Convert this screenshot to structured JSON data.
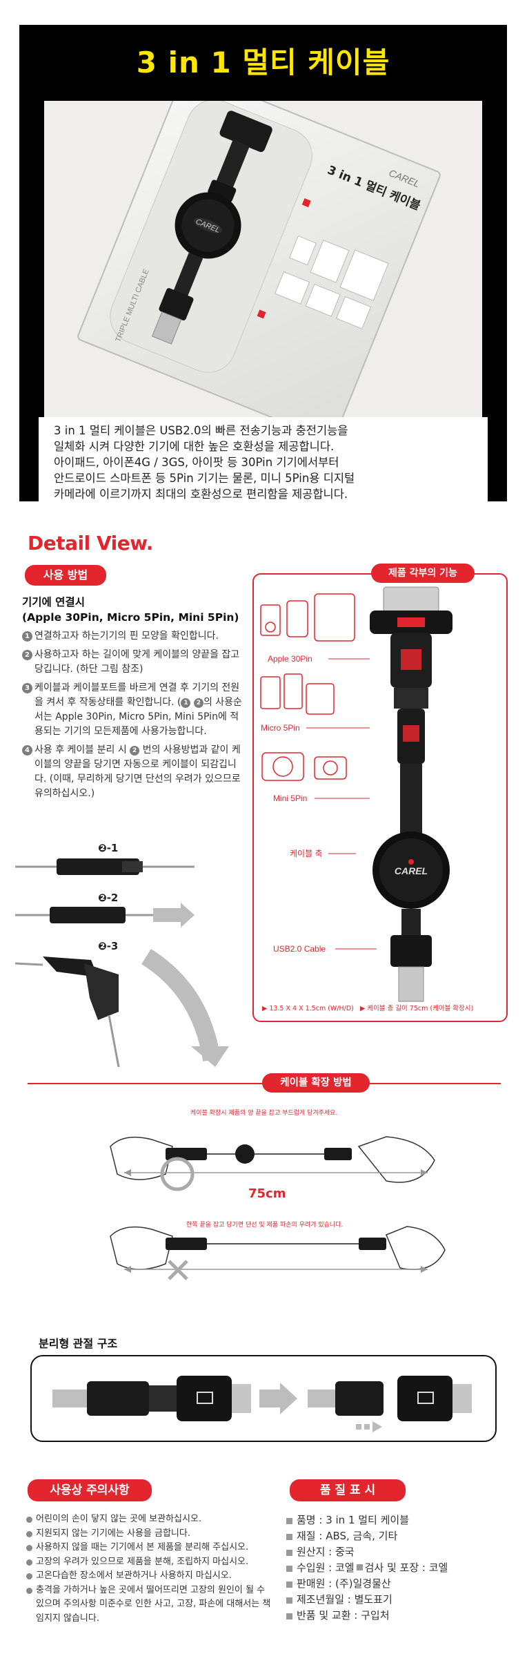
{
  "hero": {
    "title": "3 in 1 멀티 케이블",
    "description": [
      "3 in 1 멀티 케이블은 USB2.0의 빠른 전송기능과 충전기능을",
      "일체화 시켜 다양한 기기에 대한 높은 호환성을 제공합니다.",
      "아이패드, 아이폰4G / 3GS, 아이팟 등 30Pin 기기에서부터",
      "안드로이드 스마트폰 등 5Pin 기기는 물론, 미니 5Pin용 디지털",
      "카메라에 이르기까지 최대의 호환성으로 편리함을 제공합니다."
    ],
    "package": {
      "brand": "CAREL",
      "title": "3 in 1 멀티 케이블",
      "side": "TRIPLE MULTI CABLE"
    }
  },
  "detail": {
    "title": "Detail View."
  },
  "usage": {
    "title": "사용 방법",
    "heading": "기기에 연결시",
    "subheading": "(Apple 30Pin, Micro 5Pin, Mini 5Pin)",
    "step1": {
      "num": "1",
      "text": "연결하고자 하는기기의 핀 모양을 확인합니다."
    },
    "step2": {
      "num": "2",
      "text": "사용하고자 하는 길이에 맞게 케이블의 양끝을 잡고 당깁니다. (하단 그림 참조)"
    },
    "step3": {
      "num": "3",
      "text_a": "케이블과 케이블포트를 바르게 연결 후 기기의 전원을 켜서 후 작동상태를 확인합니다. (",
      "ref1": "1",
      "ref2": "2",
      "text_b": "의 사용순서는 Apple 30Pin, Micro 5Pin, Mini 5Pin에 적용되는 기기의 모든제품에 사용가능합니다."
    },
    "step4": {
      "num": "4",
      "text_a": "사용 후 케이블 분리 시 ",
      "ref": "2",
      "text_b": " 번의 사용방법과 같이 케이블의 양끝을 당기면 자동으로 케이블이 되감깁니다. (이때, 무리하게 당기면 단선의 우려가 있으므로 유의하십시오.)"
    },
    "labels": [
      "❷-1",
      "❷-2",
      "❷-3"
    ]
  },
  "functions": {
    "title": "제품 각부의 기능",
    "apple": "Apple 30Pin",
    "micro": "Micro 5Pin",
    "mini": "Mini 5Pin",
    "reel": "케이블 축",
    "usb": "USB2.0 Cable",
    "reel_brand": "CAREL",
    "size": "▶ 13.5 X 4 X 1.5cm (W/H/D)",
    "length": "▶ 케이블 총 길이 75cm (케이블 확장시)"
  },
  "expand": {
    "title": "케이블 확장 방법",
    "note_top": "케이블 확장시 제품의 양 끝을 잡고 부드럽게 당겨주세요.",
    "length": "75cm",
    "note_bottom": "한쪽 끝을 잡고 당기면 단선 및 제품 파손의 우려가 있습니다."
  },
  "separation": {
    "title": "분리형 관절 구조"
  },
  "caution": {
    "title": "사용상 주의사항",
    "items": [
      "어린이의 손이 닿지 않는 곳에 보관하십시오.",
      "지원되지 않는 기기에는 사용을 금합니다.",
      "사용하지 않을 때는 기기에서 본 제품을 분리해 주십시오.",
      "고장의 우려가 있으므로 제품을 분해, 조립하지 마십시오.",
      "고온다습한 장소에서 보관하거나 사용하지 마십시오.",
      "충격을 가하거나 높은 곳에서 떨어뜨리면 고장의 원인이 될 수 있으며 주의사항 미준수로 인한 사고, 고장, 파손에 대해서는 책임지지 않습니다."
    ]
  },
  "quality": {
    "title": "품 질 표 시",
    "items": [
      "품명 : 3 in 1 멀티 케이블",
      "재질 : ABS, 금속, 기타",
      "원산지 : 중국"
    ],
    "importer": "수입원 : 코엘",
    "inspector": "검사 및 포장 : 코엘",
    "items2": [
      "판매원 : (주)일경물산",
      "제조년월일 : 별도표기",
      "반품 및 교환 : 구입처"
    ]
  },
  "colors": {
    "accent": "#e3262e",
    "title_yellow": "#ffe600",
    "hero_bg": "#000000"
  }
}
